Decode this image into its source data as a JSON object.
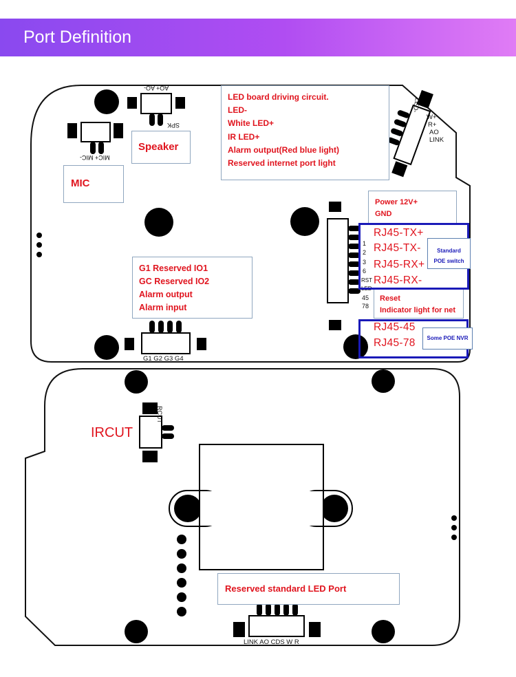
{
  "header": {
    "title": "Port Definition"
  },
  "notes": {
    "led_board": [
      "LED board driving circuit.",
      "LED-",
      "White LED+",
      "IR LED+",
      "Alarm output(Red blue light)",
      "Reserved internet port light"
    ],
    "speaker": "Speaker",
    "mic": "MIC",
    "power": [
      "Power 12V+",
      "GND"
    ],
    "io": [
      "G1 Reserved IO1",
      "GC Reserved IO2",
      "Alarm output",
      "Alarm input"
    ],
    "reset": [
      "Reset",
      "Indicator light for net"
    ],
    "ircut": "IRCUT",
    "led_port": "Reserved standard LED Port"
  },
  "rj45_main": [
    "RJ45-TX+",
    "RJ45-TX-",
    "RJ45-RX+",
    "RJ45-RX-"
  ],
  "rj45_nvr": [
    "RJ45-45",
    "RJ45-78"
  ],
  "tags": {
    "poe_switch": [
      "Standard",
      "POE switch"
    ],
    "poe_nvr": "Some POE NVR"
  },
  "silkscreen": {
    "spk_top": "AO+ AO-",
    "spk": "SPK",
    "mic": "MIC+ MIC-",
    "led_connector": [
      "LED-",
      "W+",
      "R+",
      "AO",
      "LINK"
    ],
    "pins": [
      "1",
      "2",
      "3",
      "6",
      "RST",
      "LED",
      "45",
      "78"
    ],
    "gpio": "G1  G2  G3  G4",
    "rcut": "RCUT",
    "bottom_connector": "LINK  AO  CDS  W  R"
  },
  "colors": {
    "label_red": "#e0141e",
    "frame_blue": "#1a1ab8",
    "note_border": "#8fa6bf"
  }
}
